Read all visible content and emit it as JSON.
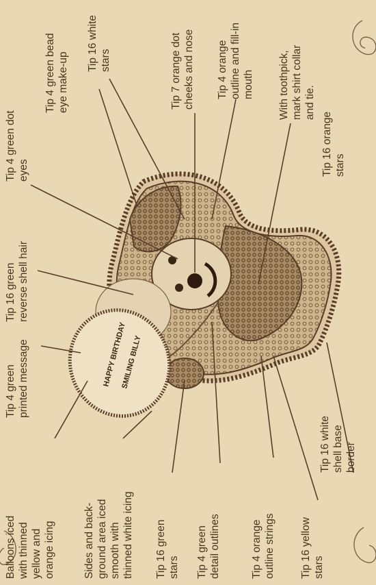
{
  "labels": {
    "balloons": [
      "Balloons iced",
      "with thinned",
      "yellow and",
      "orange icing"
    ],
    "sides": [
      "Sides and back-",
      "ground area iced",
      "smooth with",
      "thinned white icing"
    ],
    "tip16_green_stars": [
      "Tip 16 green",
      "stars"
    ],
    "tip4_green_detail": [
      "Tip 4 green",
      "detail outlines"
    ],
    "tip4_orange_strings": [
      "Tip 4 orange",
      "outline strings"
    ],
    "tip16_yellow": [
      "Tip 16 yellow",
      "stars"
    ],
    "tip4_green_message": [
      "Tip 4 green",
      "printed message"
    ],
    "tip16_white_border": [
      "Tip 16 white",
      "shell base",
      "border"
    ],
    "tip16_green_reverse": [
      "Tip 16 green",
      "reverse shell hair"
    ],
    "tip4_green_eyes": [
      "Tip 4 green dot",
      "eyes"
    ],
    "tip4_green_bead": [
      "Tip 4 green bead",
      "eye make-up"
    ],
    "tip16_white_stars": [
      "Tip 16 white",
      "stars"
    ],
    "tip7_orange": [
      "Tip 7 orange dot",
      "cheeks and nose"
    ],
    "tip4_orange_mouth": [
      "Tip 4 orange",
      "outline and fill-in",
      "mouth"
    ],
    "toothpick": [
      "With toothpick,",
      "mark shirt collar",
      "and tie."
    ],
    "tip16_orange": [
      "Tip 16 orange",
      "stars"
    ]
  },
  "balloon_message": [
    "HAPPY BIRTHDAY",
    "SMILING BILLY"
  ],
  "colors": {
    "background": "#e9d8b4",
    "ink": "#4a3321",
    "cake": "#d9c49c",
    "balloon": "#efe2c4"
  }
}
